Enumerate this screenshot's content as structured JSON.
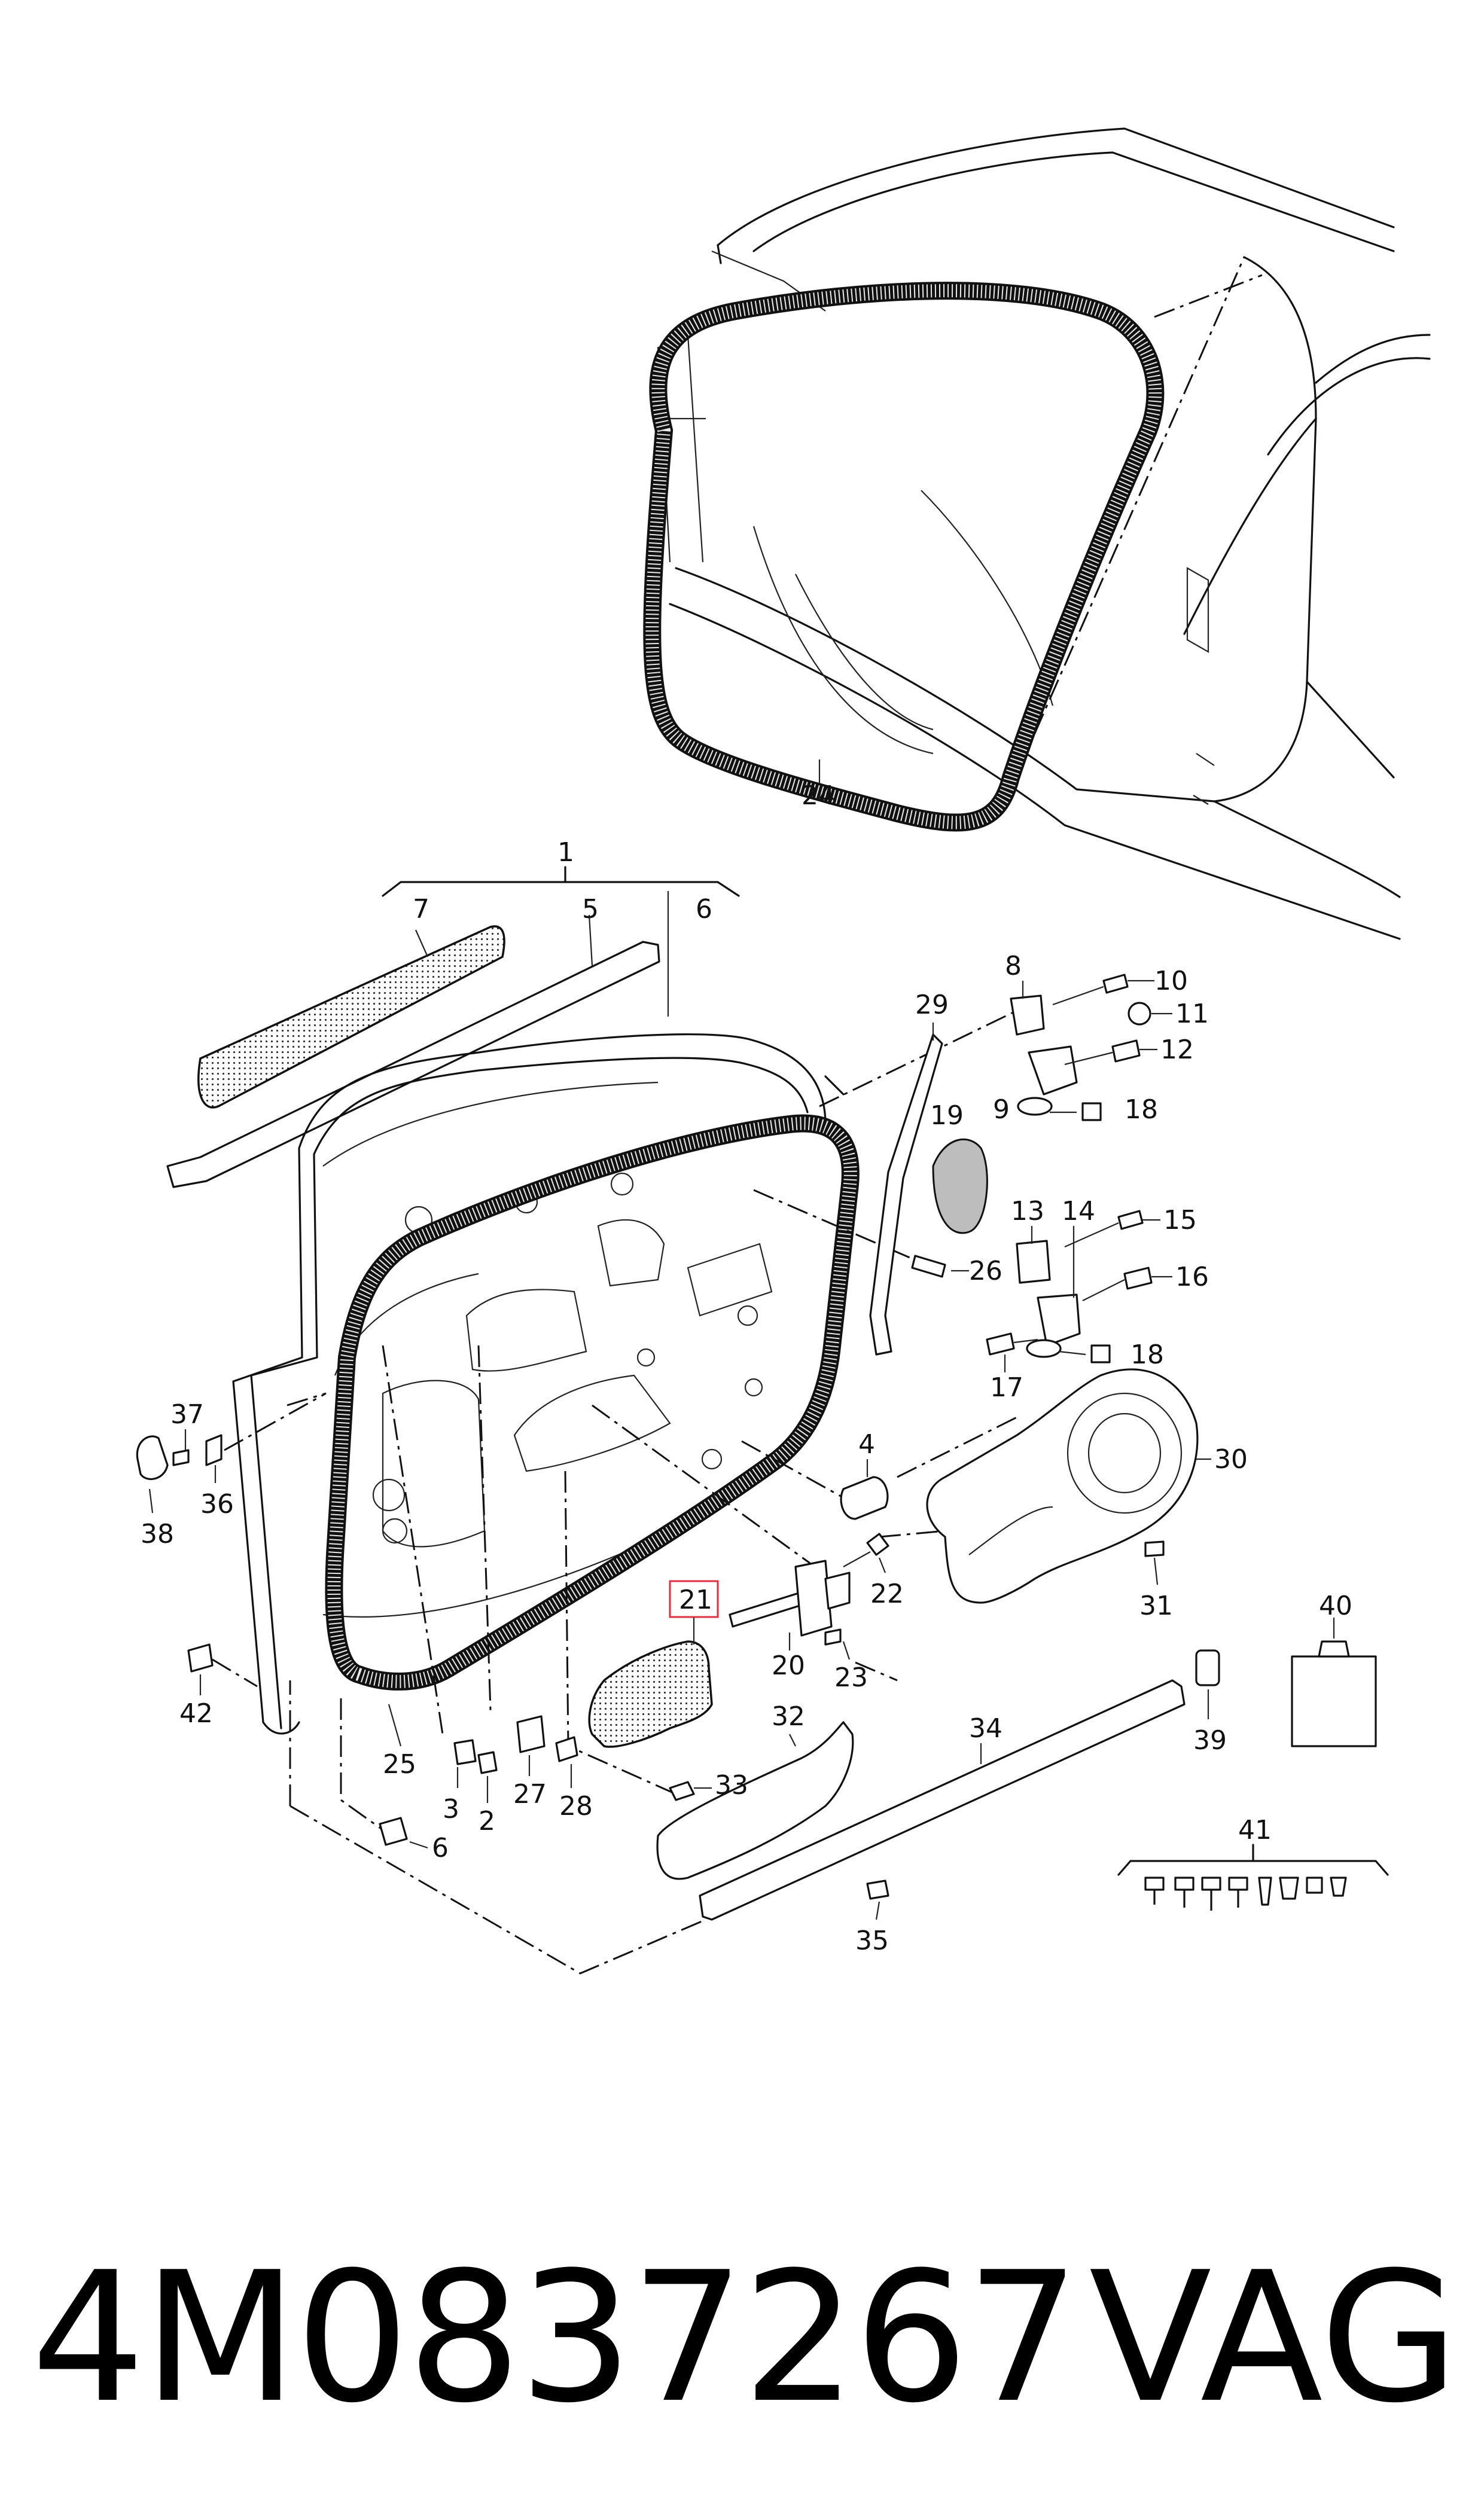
{
  "callouts": {
    "c1": "1",
    "c2": "2",
    "c3": "3",
    "c4": "4",
    "c5": "5",
    "c6a": "6",
    "c6b": "6",
    "c7": "7",
    "c8": "8",
    "c9": "9",
    "c10": "10",
    "c11": "11",
    "c12": "12",
    "c13": "13",
    "c14": "14",
    "c15": "15",
    "c16": "16",
    "c17": "17",
    "c18a": "18",
    "c18b": "18",
    "c19": "19",
    "c20": "20",
    "c21": "21",
    "c22": "22",
    "c23": "23",
    "c24": "24",
    "c25": "25",
    "c26": "26",
    "c27": "27",
    "c28": "28",
    "c29": "29",
    "c30": "30",
    "c31": "31",
    "c32": "32",
    "c33": "33",
    "c34": "34",
    "c35": "35",
    "c36": "36",
    "c37": "37",
    "c38": "38",
    "c39": "39",
    "c40": "40",
    "c41": "41",
    "c42": "42"
  },
  "highlighted_callout": "21",
  "highlight_color": "#e0303f",
  "footer": {
    "part_number": "4M0837267",
    "brand": "VAG"
  }
}
